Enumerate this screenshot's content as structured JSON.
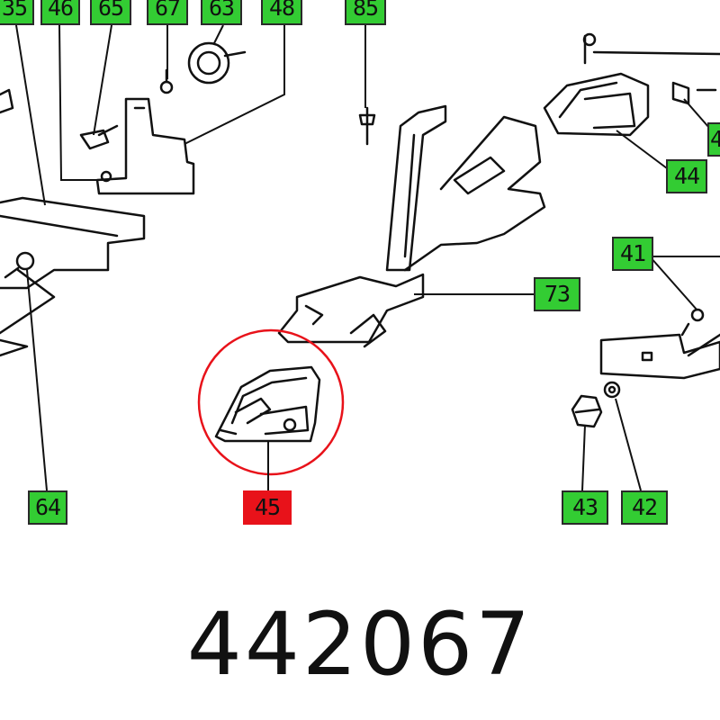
{
  "diagram": {
    "part_number": "442067",
    "highlight_color": "#e8121a",
    "label_color": "#33cc33",
    "highlighted_callout": "45",
    "callouts": [
      {
        "id": "c35",
        "text": "35",
        "kind": "green"
      },
      {
        "id": "c46",
        "text": "46",
        "kind": "green"
      },
      {
        "id": "c65",
        "text": "65",
        "kind": "green"
      },
      {
        "id": "c67",
        "text": "67",
        "kind": "green"
      },
      {
        "id": "c63",
        "text": "63",
        "kind": "green"
      },
      {
        "id": "c48",
        "text": "48",
        "kind": "green"
      },
      {
        "id": "c85",
        "text": "85",
        "kind": "green"
      },
      {
        "id": "c44",
        "text": "44",
        "kind": "green"
      },
      {
        "id": "c4x",
        "text": "4",
        "kind": "green"
      },
      {
        "id": "c41",
        "text": "41",
        "kind": "green"
      },
      {
        "id": "c73",
        "text": "73",
        "kind": "green"
      },
      {
        "id": "c64",
        "text": "64",
        "kind": "green"
      },
      {
        "id": "c45",
        "text": "45",
        "kind": "red"
      },
      {
        "id": "c43",
        "text": "43",
        "kind": "green"
      },
      {
        "id": "c42",
        "text": "42",
        "kind": "green"
      }
    ]
  }
}
